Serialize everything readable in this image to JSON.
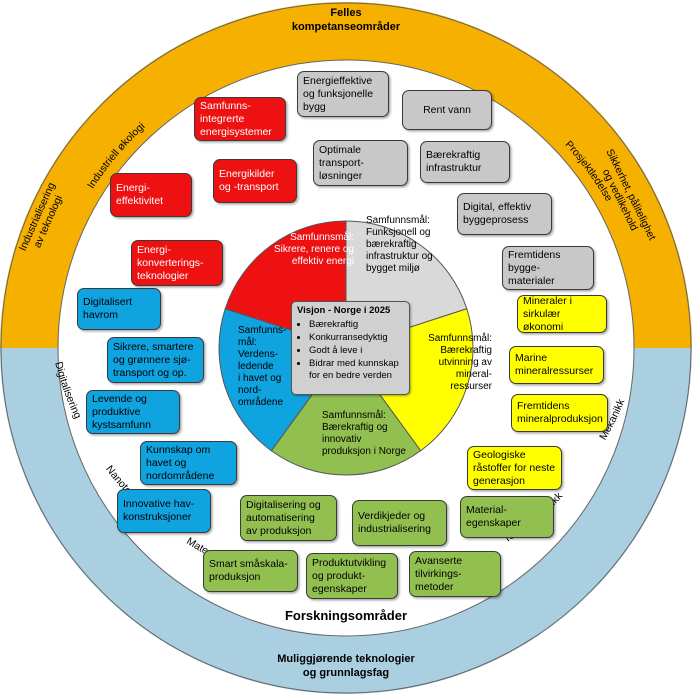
{
  "ring_top": {
    "title": "Felles\nkompetanseområder",
    "labels": [
      "Industriell økologi",
      "Prosjektledelse",
      "Industrialisering\nav teknologi",
      "Sikkerhet, pålitelighet\nog vedlikehold"
    ]
  },
  "ring_bottom": {
    "title": "Muliggjørende teknologier\nog grunnlagsfag",
    "labels": [
      "Digitalisering",
      "Nanoteknologi",
      "Materialer",
      "Mekanikk",
      "Termodynamikk"
    ]
  },
  "forskning_label": "Forskningsområder",
  "vision": {
    "title": "Visjon - Norge i 2025",
    "items": [
      "Bærekraftig",
      "Konkurransedyktig",
      "Godt å leve i",
      "Bidrar med kunnskap for en bedre verden"
    ]
  },
  "center_segments": [
    {
      "text": "Samfunnsmål:\nSikrere, renere og\neffektiv energi",
      "color": "#ee1111"
    },
    {
      "text": "Samfunnsmål:\nFunksjonell og\nbærekraftig\ninfrastruktur og\nbygget miljø",
      "color": "#d9d9d9"
    },
    {
      "text": "Samfunnsmål:\nBærekraftig\nutvinning av\nmineral-\nressurser",
      "color": "#ffff00"
    },
    {
      "text": "Samfunnsmål:\nBærekraftig og\ninnovativ\nproduksjon i Norge",
      "color": "#92c050"
    },
    {
      "text": "Samfunns-\nmål:\nVerdens-\nledende\ni havet og\nnord-\nområdene",
      "color": "#0fa3e0"
    }
  ],
  "boxes": {
    "red": [
      "Samfunns-\nintegrerte\nenergisystemer",
      "Energikilder\nog -transport",
      "Energi-\neffektivitet",
      "Energi-\nkonverterings-\nteknologier"
    ],
    "gray": [
      "Energieffektive\nog funksjonelle\nbygg",
      "Rent vann",
      "Optimale\ntransport-\nløsninger",
      "Bærekraftig\ninfrastruktur",
      "Digital, effektiv\nbyggeprosess",
      "Fremtidens\nbygge-\nmaterialer"
    ],
    "yellow": [
      "Mineraler i\nsirkulær økonomi",
      "Marine\nmineralressurser",
      "Fremtidens\nmineralproduksjon",
      "Geologiske\nråstoffer for neste\ngenerasjon"
    ],
    "green": [
      "Material-\negenskaper",
      "Digitalisering og\nautomatisering\nav produksjon",
      "Verdikjeder og\nindustrialisering",
      "Smart småskala-\nproduksjon",
      "Produktutvikling\nog produkt-\negenskaper",
      "Avanserte\ntilvirkings-\nmetoder"
    ],
    "blue": [
      "Digitalisert\nhavrom",
      "Sikrere, smartere\nog grønnere sjø-\ntransport og op.",
      "Levende og\nproduktive\nkystsamfunn",
      "Kunnskap om\nhavet og\nnordområdene",
      "Innovative hav-\nkonstruksjoner"
    ]
  },
  "colors": {
    "ring_top": "#f5b000",
    "ring_bottom": "#a9cfe0",
    "inner_bg": "#ffffff",
    "outline": "#555555"
  }
}
